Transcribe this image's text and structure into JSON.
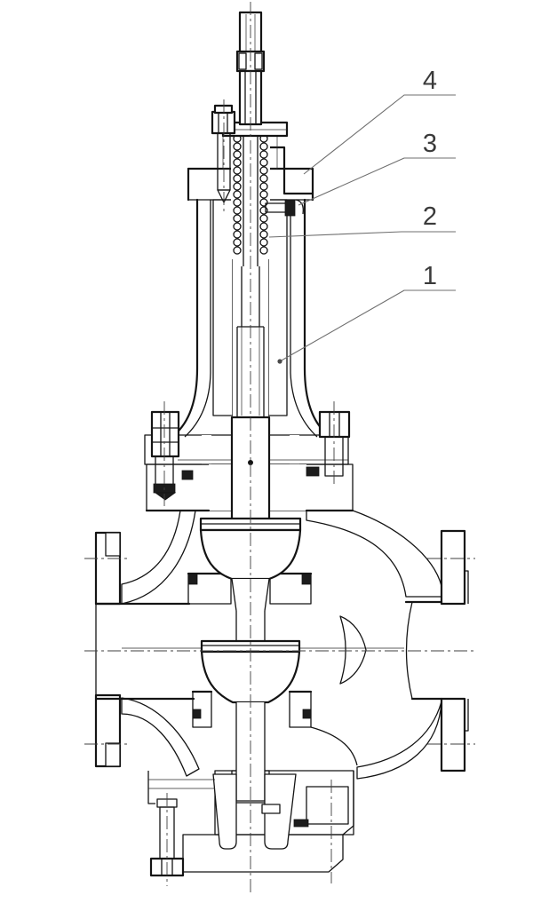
{
  "drawing": {
    "kind": "control-valve sectional drawing",
    "callouts": [
      {
        "label": "4"
      },
      {
        "label": "3"
      },
      {
        "label": "2"
      },
      {
        "label": "1"
      }
    ],
    "colors": {
      "line": "#141414",
      "leader": "#6f6f6f",
      "background": "#ffffff"
    }
  }
}
